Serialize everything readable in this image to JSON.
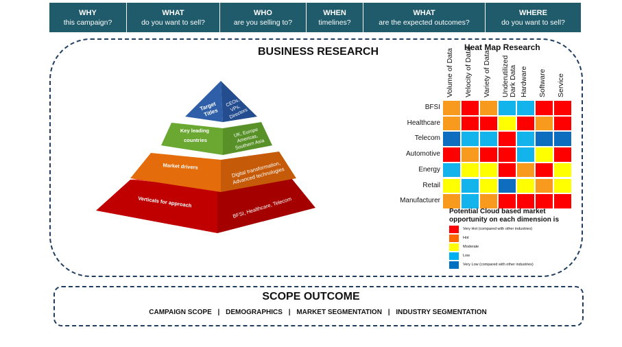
{
  "header": {
    "cells": [
      {
        "q": "WHY",
        "s": "this campaign?"
      },
      {
        "q": "WHAT",
        "s": "do you want to sell?"
      },
      {
        "q": "WHO",
        "s": "are you selling to?"
      },
      {
        "q": "WHEN",
        "s": "timelines?"
      },
      {
        "q": "WHAT",
        "s": "are the expected outcomes?"
      },
      {
        "q": "WHERE",
        "s": "do you want to sell?"
      }
    ]
  },
  "research": {
    "title": "BUSINESS RESEARCH",
    "pyramid": {
      "tiers": [
        {
          "left": "Target Titles",
          "right": "CEOs, VPs, Directors",
          "color": "#2e5fa8"
        },
        {
          "left": "Key leading countries",
          "right": "UK, Europe Americas, Southern Asia",
          "color": "#6aa832"
        },
        {
          "left": "Market drivers",
          "right": "Digital transformation, Advanced technologies",
          "color": "#e46c0a"
        },
        {
          "left": "Verticals for approach",
          "right": "BFSI, Healthcare,  Telecom",
          "color": "#c00000"
        }
      ]
    }
  },
  "heatmap": {
    "title": "Heat Map Research",
    "columns": [
      "Volume of Data",
      "Velocity of Data",
      "Variety of Data",
      "Underutilized Dark Data",
      "Hardware",
      "Software",
      "Service"
    ],
    "rows": [
      {
        "label": "BFSI",
        "levels": [
          "hot",
          "very_hot",
          "hot",
          "low",
          "low",
          "very_hot",
          "very_hot"
        ]
      },
      {
        "label": "Healthcare",
        "levels": [
          "hot",
          "very_hot",
          "very_hot",
          "moderate",
          "very_hot",
          "hot",
          "very_hot"
        ]
      },
      {
        "label": "Telecom",
        "levels": [
          "very_low",
          "low",
          "low",
          "very_hot",
          "low",
          "very_low",
          "very_low"
        ]
      },
      {
        "label": "Automotive",
        "levels": [
          "very_hot",
          "hot",
          "very_hot",
          "very_hot",
          "low",
          "moderate",
          "very_hot"
        ]
      },
      {
        "label": "Energy",
        "levels": [
          "low",
          "moderate",
          "moderate",
          "very_hot",
          "hot",
          "very_hot",
          "moderate"
        ]
      },
      {
        "label": "Retail",
        "levels": [
          "moderate",
          "low",
          "moderate",
          "very_low",
          "moderate",
          "hot",
          "moderate"
        ]
      },
      {
        "label": "Manufacturer",
        "levels": [
          "hot",
          "low",
          "hot",
          "very_hot",
          "very_hot",
          "very_hot",
          "very_hot"
        ]
      }
    ],
    "caption": "Potential Cloud based market opportunity on each dimension is",
    "legend": [
      {
        "key": "very_hot",
        "label": "Very Hot (compared with other industries)",
        "color": "#ff0000"
      },
      {
        "key": "hot",
        "label": "Hot",
        "color": "#ff6600"
      },
      {
        "key": "moderate",
        "label": "Moderate",
        "color": "#ffff00"
      },
      {
        "key": "low",
        "label": "Low",
        "color": "#00b0f0"
      },
      {
        "key": "very_low",
        "label": "Very Low (compared with other industries)",
        "color": "#0070c0"
      }
    ],
    "cell_colors": {
      "very_hot": "#ff0000",
      "hot": "#f79a1e",
      "moderate": "#ffff00",
      "low": "#13b4ec",
      "very_low": "#0e6dbf"
    }
  },
  "scope": {
    "title": "SCOPE OUTCOME",
    "items": [
      "CAMPAIGN SCOPE",
      "DEMOGRAPHICS",
      "MARKET SEGMENTATION",
      "INDUSTRY SEGMENTATION"
    ],
    "separator": "|"
  }
}
